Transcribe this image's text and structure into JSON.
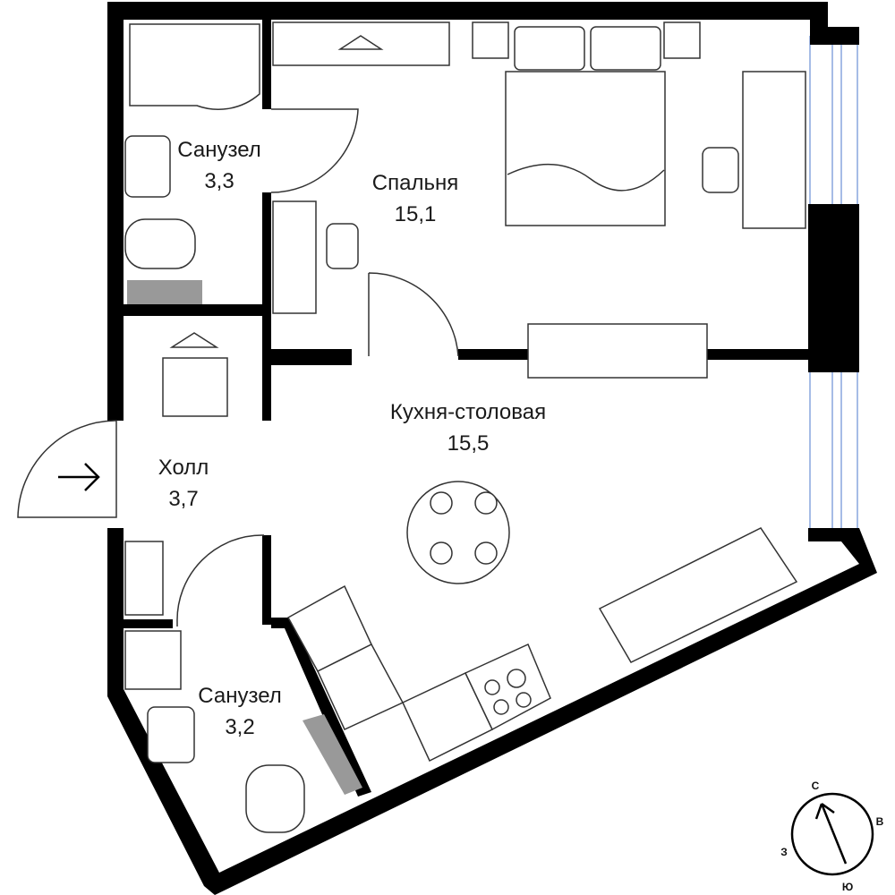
{
  "rooms": [
    {
      "name": "Санузел",
      "area": "3,3"
    },
    {
      "name": "Спальня",
      "area": "15,1"
    },
    {
      "name": "Кухня-столовая",
      "area": "15,5"
    },
    {
      "name": "Холл",
      "area": "3,7"
    },
    {
      "name": "Санузел",
      "area": "3,2"
    }
  ],
  "compass": {
    "north": "С",
    "east": "В",
    "west": "З",
    "south": "Ю"
  },
  "colors": {
    "wall": "#000000",
    "window": "#6b8fd6",
    "shaft": "#999999"
  }
}
